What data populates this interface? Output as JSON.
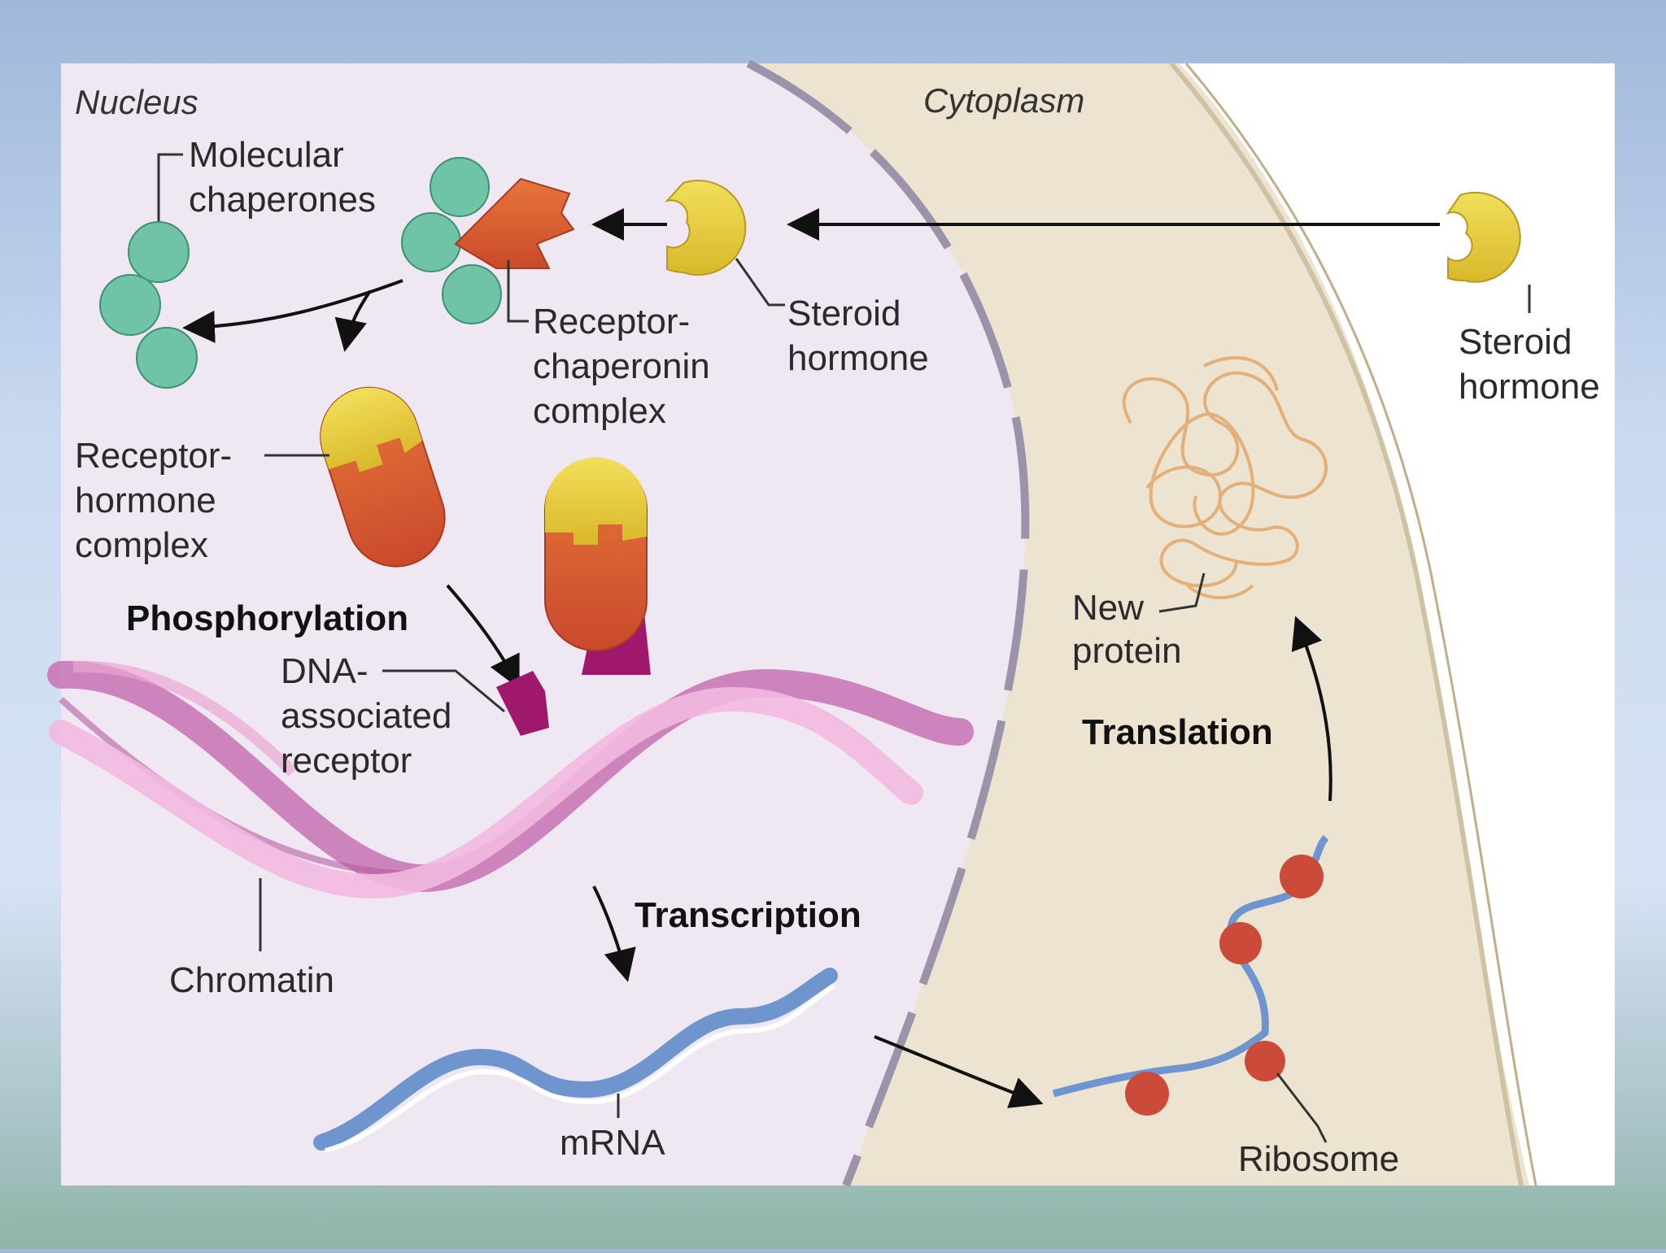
{
  "regions": {
    "nucleus": "Nucleus",
    "cytoplasm": "Cytoplasm"
  },
  "labels": {
    "molecular_chaperones": [
      "Molecular",
      "chaperones"
    ],
    "receptor_chaperonin_complex": [
      "Receptor-",
      "chaperonin",
      "complex"
    ],
    "steroid_hormone_nucleus": [
      "Steroid",
      "hormone"
    ],
    "steroid_hormone_outside": [
      "Steroid",
      "hormone"
    ],
    "receptor_hormone_complex": [
      "Receptor-",
      "hormone",
      "complex"
    ],
    "dna_associated_receptor": [
      "DNA-",
      "associated",
      "receptor"
    ],
    "chromatin": "Chromatin",
    "mrna": "mRNA",
    "new_protein": [
      "New",
      "protein"
    ],
    "ribosome": "Ribosome"
  },
  "processes": {
    "phosphorylation": "Phosphorylation",
    "transcription": "Transcription",
    "translation": "Translation"
  },
  "colors": {
    "nucleus_fill": "#efe8f3",
    "cytoplasm_fill": "#ece3d0",
    "outer_bg": "#ffffff",
    "chaperone": "#6fc3a6",
    "receptor": "#d9532f",
    "hormone": "#e3c936",
    "dna": "#c978b6",
    "mrna": "#6f95cf",
    "ribosome": "#cc4a3a"
  }
}
